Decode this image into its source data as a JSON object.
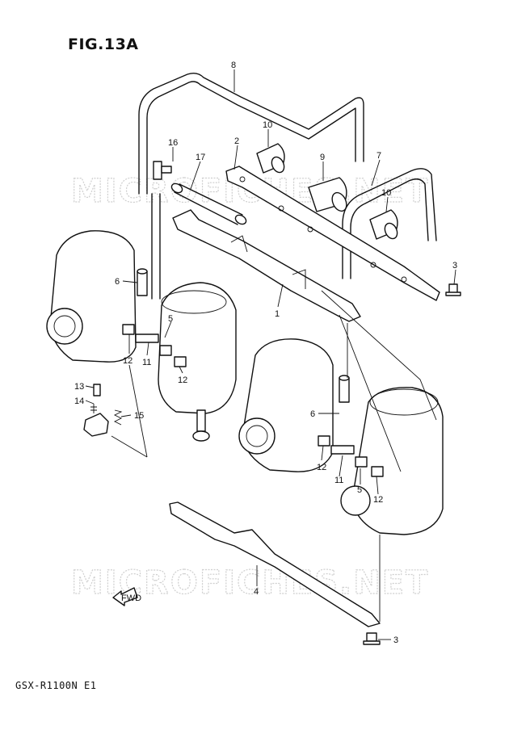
{
  "figure": {
    "title": "FIG.13A",
    "model_code": "GSX-R1100N E1",
    "watermark": "MICROFICHES.NET"
  },
  "callouts": [
    {
      "id": "c8",
      "label": "8"
    },
    {
      "id": "c10a",
      "label": "10"
    },
    {
      "id": "c16",
      "label": "16"
    },
    {
      "id": "c17",
      "label": "17"
    },
    {
      "id": "c2",
      "label": "2"
    },
    {
      "id": "c9",
      "label": "9"
    },
    {
      "id": "c7",
      "label": "7"
    },
    {
      "id": "c10b",
      "label": "10"
    },
    {
      "id": "c3a",
      "label": "3"
    },
    {
      "id": "c6a",
      "label": "6"
    },
    {
      "id": "c1",
      "label": "1"
    },
    {
      "id": "c5a",
      "label": "5"
    },
    {
      "id": "c12a",
      "label": "12"
    },
    {
      "id": "c11a",
      "label": "11"
    },
    {
      "id": "c12b",
      "label": "12"
    },
    {
      "id": "c13",
      "label": "13"
    },
    {
      "id": "c14",
      "label": "14"
    },
    {
      "id": "c15",
      "label": "15"
    },
    {
      "id": "c6b",
      "label": "6"
    },
    {
      "id": "c12c",
      "label": "12"
    },
    {
      "id": "c11b",
      "label": "11"
    },
    {
      "id": "c5b",
      "label": "5"
    },
    {
      "id": "c12d",
      "label": "12"
    },
    {
      "id": "c4",
      "label": "4"
    },
    {
      "id": "c3b",
      "label": "3"
    }
  ],
  "fwd_label": "FWD"
}
